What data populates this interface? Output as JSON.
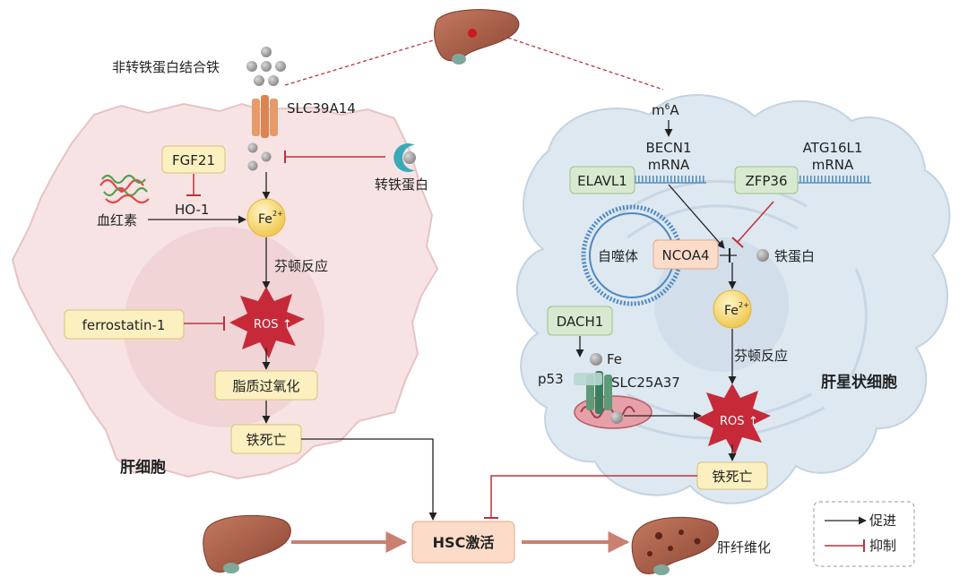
{
  "hepatocyte": {
    "title": "肝细胞",
    "ntbi_label": "非转铁蛋白结合铁",
    "transporter_label": "SLC39A14",
    "transferrin_label": "转铁蛋白",
    "fgf21_label": "FGF21",
    "ho1_label": "HO-1",
    "heme_label": "血红素",
    "fe_label": "Fe",
    "fe_sup": "2+",
    "fenton_label": "芬顿反应",
    "ferrostatin_label": "ferrostatin-1",
    "ros_label": "ROS",
    "lipid_label": "脂质过氧化",
    "ferroptosis_label": "铁死亡"
  },
  "hsc": {
    "title": "肝星状细胞",
    "m6a_label": "m",
    "m6a_sup": "6",
    "m6a_tail": "A",
    "becn1_label": "BECN1",
    "becn1_mrna_label": "mRNA",
    "atg16l1_label": "ATG16L1",
    "atg16l1_mrna_label": "mRNA",
    "elavl1_label": "ELAVL1",
    "zfp36_label": "ZFP36",
    "autophagosome_label": "自噬体",
    "ncoa4_label": "NCOA4",
    "ferritin_label": "铁蛋白",
    "fe_label": "Fe",
    "fe_sup": "2+",
    "fenton_label": "芬顿反应",
    "dach1_label": "DACH1",
    "p53_label": "p53",
    "fe_small_label": "Fe",
    "slc25a37_label": "SLC25A37",
    "ros_label": "ROS",
    "ferroptosis_label": "铁死亡"
  },
  "bottom": {
    "hsc_activation_label": "HSC激活",
    "fibrosis_label": "肝纤维化"
  },
  "legend": {
    "promote_label": "促进",
    "inhibit_label": "抑制"
  },
  "colors": {
    "promote": "#222222",
    "inhibit": "#c0303a",
    "hepatocyte_fill": "#f7e3e3",
    "hsc_fill": "#dde8f1",
    "liver": "#a85a45"
  }
}
